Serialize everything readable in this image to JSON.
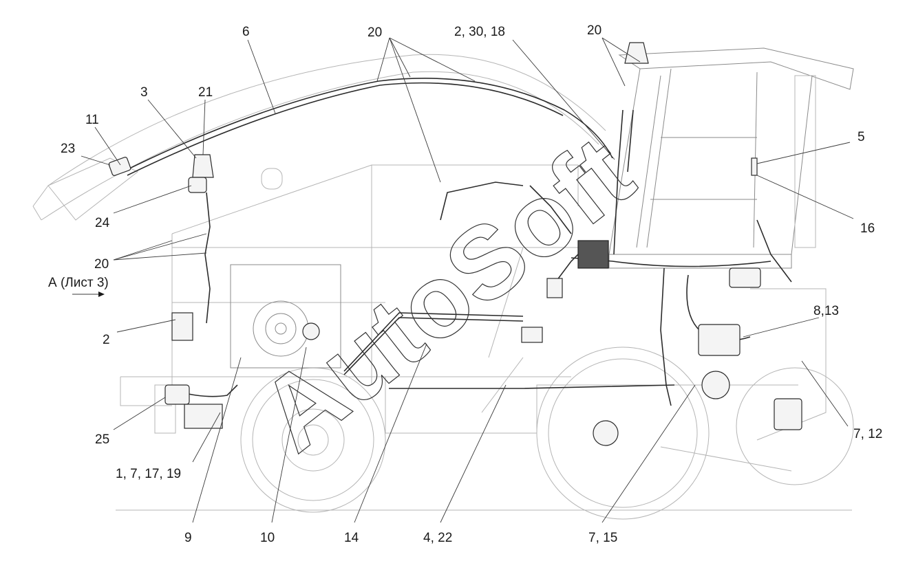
{
  "watermark": "AutoSoft",
  "callouts": {
    "c6": "6",
    "c20_top": "20",
    "c2_30_18": "2, 30, 18",
    "c20_cab": "20",
    "c3": "3",
    "c21": "21",
    "c11": "11",
    "c23": "23",
    "c24": "24",
    "c5": "5",
    "c16": "16",
    "c20_left": "20",
    "view_a": "А (Лист 3)",
    "c2": "2",
    "c8_13": "8,13",
    "c25": "25",
    "c7_12": "7, 12",
    "c1_7_17_19": "1, 7, 17, 19",
    "c9": "9",
    "c10": "10",
    "c14": "14",
    "c4_22": "4, 22",
    "c7_15": "7, 15"
  },
  "colors": {
    "ink": "#1a1a1a",
    "outline": "#b4b4b4",
    "harness": "#2b2b2b"
  }
}
